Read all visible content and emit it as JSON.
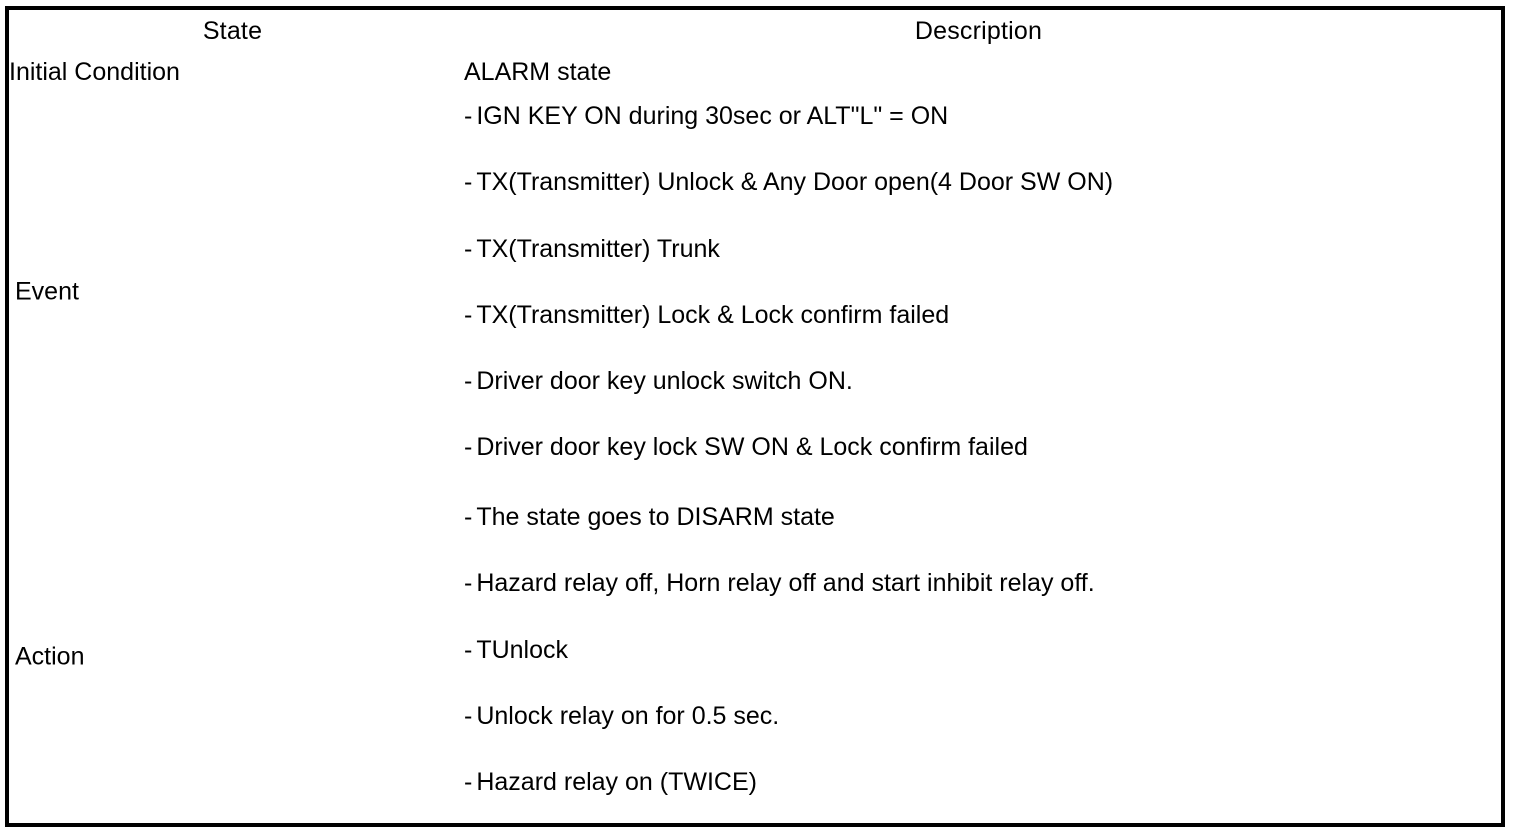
{
  "table": {
    "columns": [
      {
        "id": "state",
        "header": "State"
      },
      {
        "id": "description",
        "header": "Description"
      }
    ],
    "rows": [
      {
        "kind": "simple",
        "state": "Initial Condition",
        "description": "ALARM state"
      },
      {
        "kind": "list",
        "state": "Event",
        "items": [
          "IGN KEY ON during 30sec or ALT\"L\" = ON",
          "TX(Transmitter) Unlock & Any Door open(4 Door SW ON)",
          "TX(Transmitter) Trunk",
          "TX(Transmitter) Lock & Lock confirm failed",
          "Driver door key unlock switch ON.",
          "Driver door key lock SW ON & Lock confirm failed"
        ]
      },
      {
        "kind": "list",
        "state": "Action",
        "items": [
          "The state goes to DISARM state",
          "Hazard relay off, Horn relay off and start inhibit relay off.",
          "TUnlock",
          "Unlock relay on for 0.5 sec.",
          "Hazard relay on (TWICE)"
        ]
      }
    ],
    "bullet_marker": "-"
  },
  "colors": {
    "border": "#000000",
    "text": "#000000",
    "background": "#ffffff"
  }
}
